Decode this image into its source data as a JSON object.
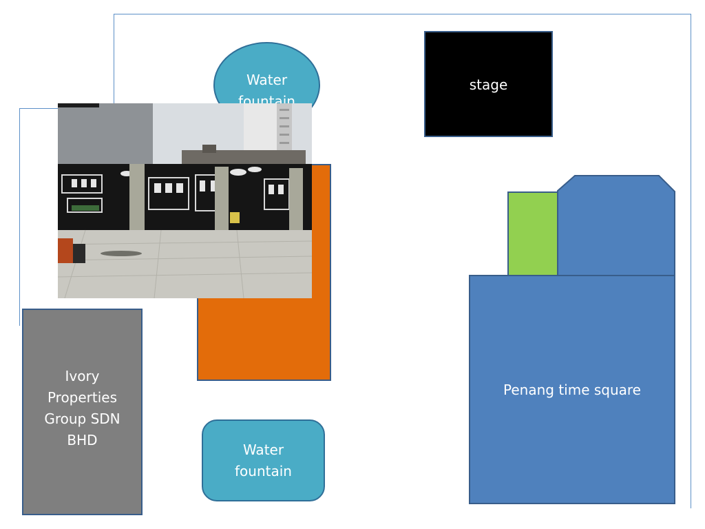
{
  "colors": {
    "outline": "#5b8fc7",
    "fountain": "#4aacc6",
    "stage": "#000000",
    "orange_area": "#e36c0a",
    "building": "#4f81bd",
    "green_block": "#92d050",
    "office": "#7f7f7f"
  },
  "shapes": {
    "fountain_top": {
      "label": "Water fountain"
    },
    "stage": {
      "label": "stage"
    },
    "office": {
      "label": "Ivory Properties Group SDN BHD"
    },
    "fountain_bottom": {
      "label": "Water fountain"
    },
    "mall": {
      "label": "Penang time square"
    }
  }
}
